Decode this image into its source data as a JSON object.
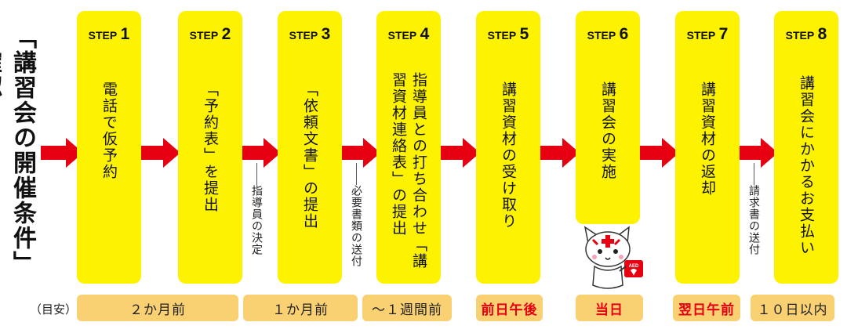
{
  "title": "「講習会の開催条件」を確認",
  "step_word": "STEP",
  "steps": [
    {
      "num": "1",
      "text": "電話で仮予約"
    },
    {
      "num": "2",
      "text": "「予約表」を提出"
    },
    {
      "num": "3",
      "text": "「依頼文書」の提出"
    },
    {
      "num": "4",
      "text": "指導員との打ち合わせ「講習資材連絡表」の提出"
    },
    {
      "num": "5",
      "text": "講習資材の受け取り"
    },
    {
      "num": "6",
      "text": "講習会の実施"
    },
    {
      "num": "7",
      "text": "講習資材の返却"
    },
    {
      "num": "8",
      "text": "講習会にかかるお支払い"
    }
  ],
  "notes": [
    "指導員の決定",
    "必要書類の送付",
    "請求書の送付"
  ],
  "timeline_label": "（目安）",
  "timeline": [
    "２か月前",
    "１か月前",
    "〜１週間前",
    "前日午後",
    "当日",
    "翌日午前",
    "１０日以内"
  ],
  "mascot_badge": "AED",
  "colors": {
    "step_fill": "#fdf200",
    "arrow": "#e60012",
    "timeline_fill": "#f9d172",
    "highlight_text": "#e60012"
  }
}
